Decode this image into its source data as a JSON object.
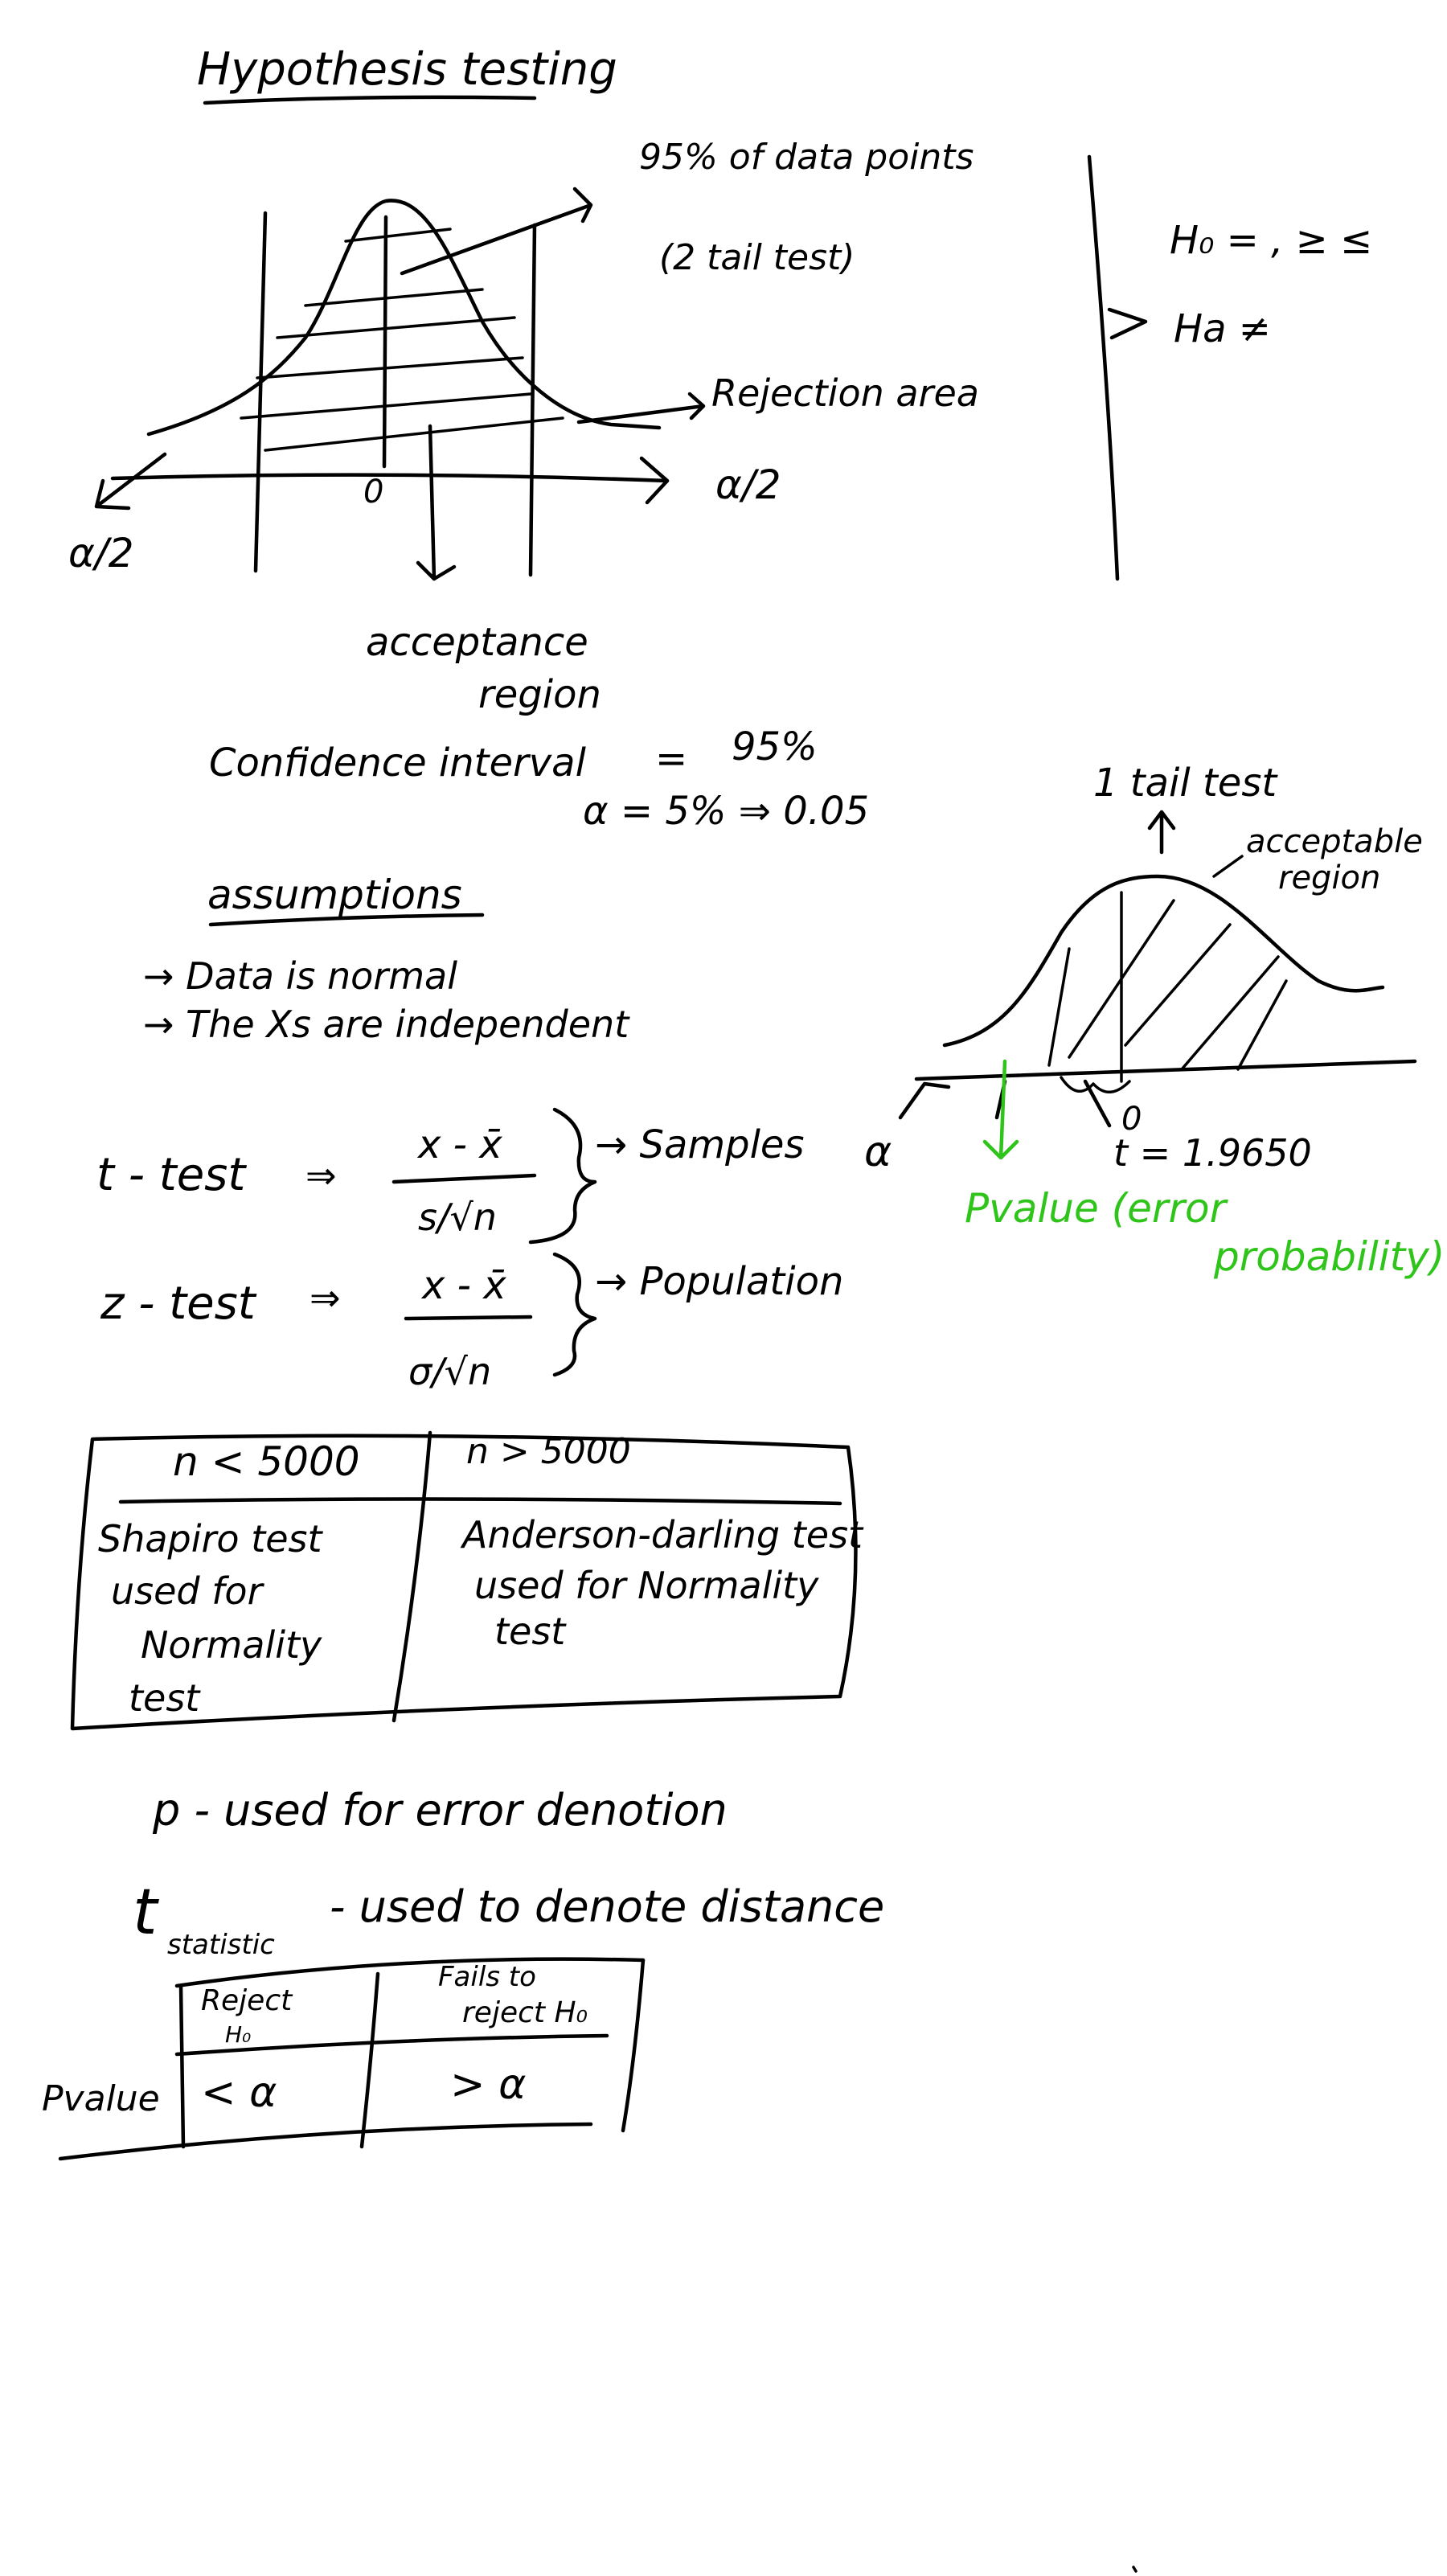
{
  "title": "Hypothesis testing",
  "colors": {
    "ink": "#000000",
    "highlight": "#2ec41a",
    "background": "#ffffff"
  },
  "two_tail": {
    "zero": "0",
    "alpha_left": "α/2",
    "alpha_right": "α/2",
    "pct_label": "95% of data points",
    "two_tail_label": "(2 tail test)",
    "rejection_label": "Rejection area",
    "acceptance_line1": "acceptance",
    "acceptance_line2": "region"
  },
  "hypotheses": {
    "h0": "H₀ = , ≥ ≤",
    "ha": "Ha ≠"
  },
  "confidence": {
    "ci_label": "Confidence interval",
    "ci_eq": "=",
    "ci_value": "95%",
    "alpha_eq": "α = 5% ⇒ 0.05"
  },
  "one_tail": {
    "title": "1 tail test",
    "acceptable_line1": "acceptable",
    "acceptable_line2": "region",
    "zero": "0",
    "t_value": "t = 1.9650",
    "alpha": "α",
    "pvalue_line1": "Pvalue (error",
    "pvalue_line2": "probability)"
  },
  "assumptions": {
    "heading": "assumptions",
    "items": [
      "→ Data is normal",
      "→ The Xs are independent"
    ]
  },
  "tests": {
    "t_name": "t - test",
    "t_arrow": "⇒",
    "t_num": "x - x̄",
    "t_den": "s/√n",
    "t_note": "→ Samples",
    "z_name": "z - test",
    "z_arrow": "⇒",
    "z_num": "x - x̄",
    "z_den": "σ/√n",
    "z_note": "→ Population"
  },
  "normality_table": {
    "col1_header": "n < 5000",
    "col2_header": "n > 5000",
    "col1_l1": "Shapiro test",
    "col1_l2": "used for",
    "col1_l3": "Normality",
    "col1_l4": "test",
    "col2_l1": "Anderson-darling test",
    "col2_l2": "used for Normality",
    "col2_l3": "test"
  },
  "notes": {
    "p_note": "p - used for error denotion",
    "t_base": "t",
    "t_sub": "statistic",
    "t_rest": "- used to denote distance"
  },
  "decision_table": {
    "col1_l1": "Reject",
    "col1_l2": "H₀",
    "col2_l1": "Fails to",
    "col2_l2": "reject H₀",
    "row_label": "Pvalue",
    "cell1": "< α",
    "cell2": "> α"
  }
}
